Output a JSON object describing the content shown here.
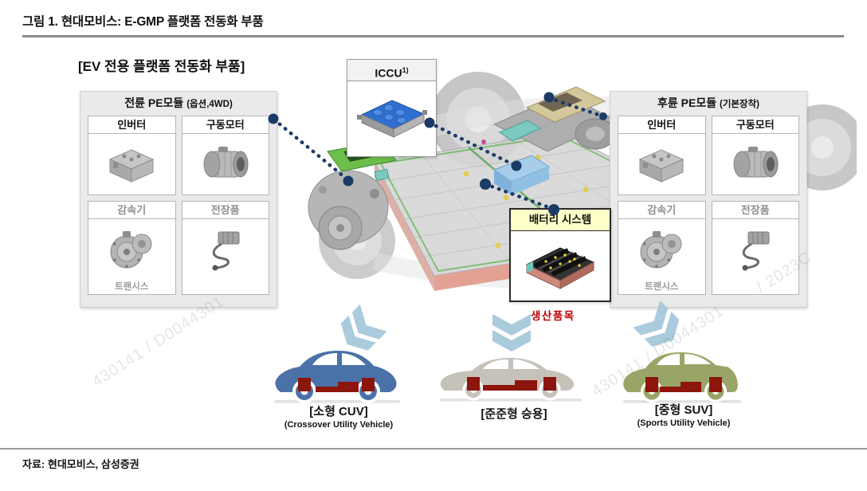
{
  "figure": {
    "title": "그림 1. 현대모비스: E-GMP 플랫폼 전동화 부품",
    "heading": "[EV 전용 플랫폼 전동화 부품]",
    "source": "자료: 현대모비스, 삼성증권",
    "watermarks": {
      "left": "430141 / D0044301",
      "right": "430141 / D0044301",
      "corner": "/ 2023C"
    }
  },
  "front_module": {
    "title": "전륜 PE모듈",
    "note": "(옵션,4WD)",
    "parts": [
      {
        "label": "인버터",
        "caption": ""
      },
      {
        "label": "구동모터",
        "caption": ""
      },
      {
        "label": "감속기",
        "caption": "트랜시스"
      },
      {
        "label": "전장품",
        "caption": ""
      }
    ]
  },
  "rear_module": {
    "title": "후륜 PE모듈",
    "note": "(기본장착)",
    "parts": [
      {
        "label": "인버터",
        "caption": ""
      },
      {
        "label": "구동모터",
        "caption": ""
      },
      {
        "label": "감속기",
        "caption": "트랜시스"
      },
      {
        "label": "전장품",
        "caption": ""
      }
    ]
  },
  "callouts": {
    "iccu_label": "ICCU",
    "iccu_footnote": "1)",
    "battery_label": "배터리 시스템",
    "production_label": "생산품목"
  },
  "vehicles": [
    {
      "name": "[소형 CUV]",
      "subtitle": "(Crossover Utility Vehicle)",
      "body_color": "#4a72a8"
    },
    {
      "name": "[준준형 승용]",
      "subtitle": "",
      "body_color": "#c6c2ba"
    },
    {
      "name": "[중형 SUV]",
      "subtitle": "(Sports Utility Vehicle)",
      "body_color": "#99a566"
    }
  ],
  "colors": {
    "connector_navy": "#1b3a66",
    "arrow_blue": "#a9cbdc",
    "production_red": "#c00000",
    "underbody_red": "#8c150c",
    "battery_header_bg": "#ffffc8"
  }
}
